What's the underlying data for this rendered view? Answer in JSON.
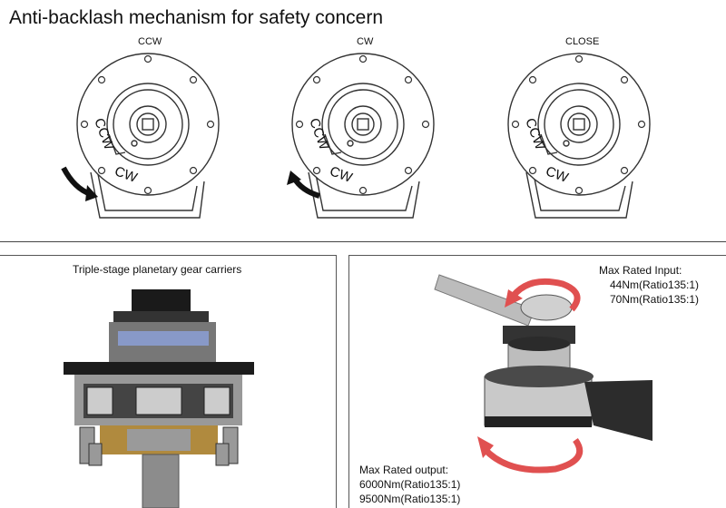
{
  "title": "Anti-backlash mechanism for safety concern",
  "diagrams": [
    {
      "label": "CCW",
      "ring_ccw": "CCW",
      "ring_cw": "CW"
    },
    {
      "label": "CW",
      "ring_ccw": "CCW",
      "ring_cw": "CW"
    },
    {
      "label": "CLOSE",
      "ring_ccw": "CCW",
      "ring_cw": "CW"
    }
  ],
  "gear_panel": {
    "title": "Triple-stage planetary gear carriers"
  },
  "torque_panel": {
    "input_label": "Max Rated Input:",
    "input_values": [
      "44Nm(Ratio135:1)",
      "70Nm(Ratio135:1)"
    ],
    "output_label": "Max Rated output:",
    "output_values": [
      "6000Nm(Ratio135:1)",
      "9500Nm(Ratio135:1)"
    ]
  },
  "colors": {
    "arrow_red": "#e05050",
    "line": "#333333"
  }
}
